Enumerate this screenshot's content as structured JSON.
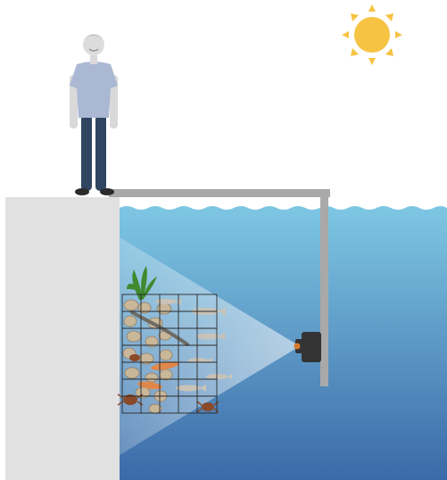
{
  "scene": {
    "subjects": {
      "person": "person",
      "sun": "sun",
      "dock": "concrete-dock",
      "mount_pole": "camera-mount-pole",
      "camera": "underwater-camera",
      "water": "water",
      "camera_view": "camera-field-of-view",
      "habitat_grid": "habitat-grid",
      "seaweed": "seaweed",
      "oysters": "oyster-cluster",
      "eel": "eel",
      "fish": "fish",
      "shrimp": "shrimp",
      "crabs": "crab"
    },
    "colors": {
      "sky": "#ffffff",
      "water_top": "#7ec7e3",
      "water_bottom": "#3b6aa8",
      "dock": "#e1e1e1",
      "pole": "#a9a9a9",
      "camera": "#333333",
      "camera_lens": "#d97a2b",
      "sun": "#f6c343",
      "shirt": "#aab8d4",
      "jeans": "#2f4560",
      "seaweed": "#3f8a2e",
      "oyster": "#c9b79a",
      "shrimp": "#e0884c",
      "crab": "#8a4a2a",
      "fish": "#c8c3b8",
      "grid": "#2a2a2a"
    }
  }
}
